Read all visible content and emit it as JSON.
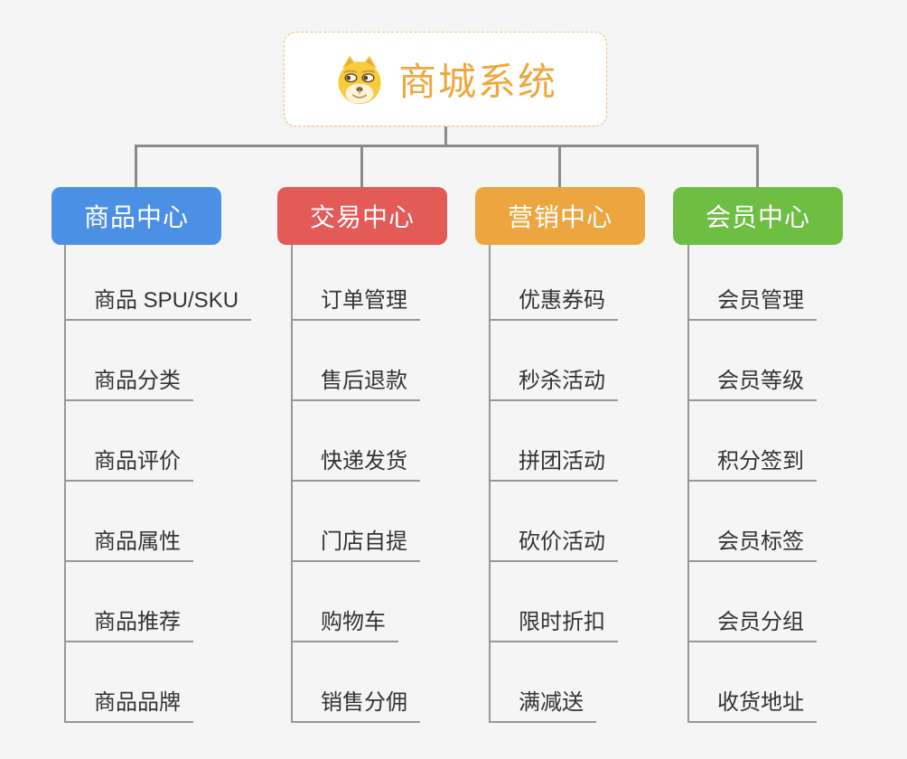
{
  "root": {
    "title": "商城系统",
    "icon": "doge-icon",
    "title_color": "#F0A73C",
    "border_color": "#EBC27E"
  },
  "branches": [
    {
      "label": "商品中心",
      "color": "#4C90E6",
      "children": [
        "商品 SPU/SKU",
        "商品分类",
        "商品评价",
        "商品属性",
        "商品推荐",
        "商品品牌"
      ]
    },
    {
      "label": "交易中心",
      "color": "#E45A57",
      "children": [
        "订单管理",
        "售后退款",
        "快递发货",
        "门店自提",
        "购物车",
        "销售分佣"
      ]
    },
    {
      "label": "营销中心",
      "color": "#EDA63F",
      "children": [
        "优惠券码",
        "秒杀活动",
        "拼团活动",
        "砍价活动",
        "限时折扣",
        "满减送"
      ]
    },
    {
      "label": "会员中心",
      "color": "#6DBE43",
      "children": [
        "会员管理",
        "会员等级",
        "积分签到",
        "会员标签",
        "会员分组",
        "收货地址"
      ]
    }
  ],
  "colors": {
    "background": "#F5F5F5",
    "connector_main": "#8A8A8A",
    "connector_branch": "#979797",
    "leaf_text": "#333333",
    "branch_text": "#FFFFFF"
  }
}
